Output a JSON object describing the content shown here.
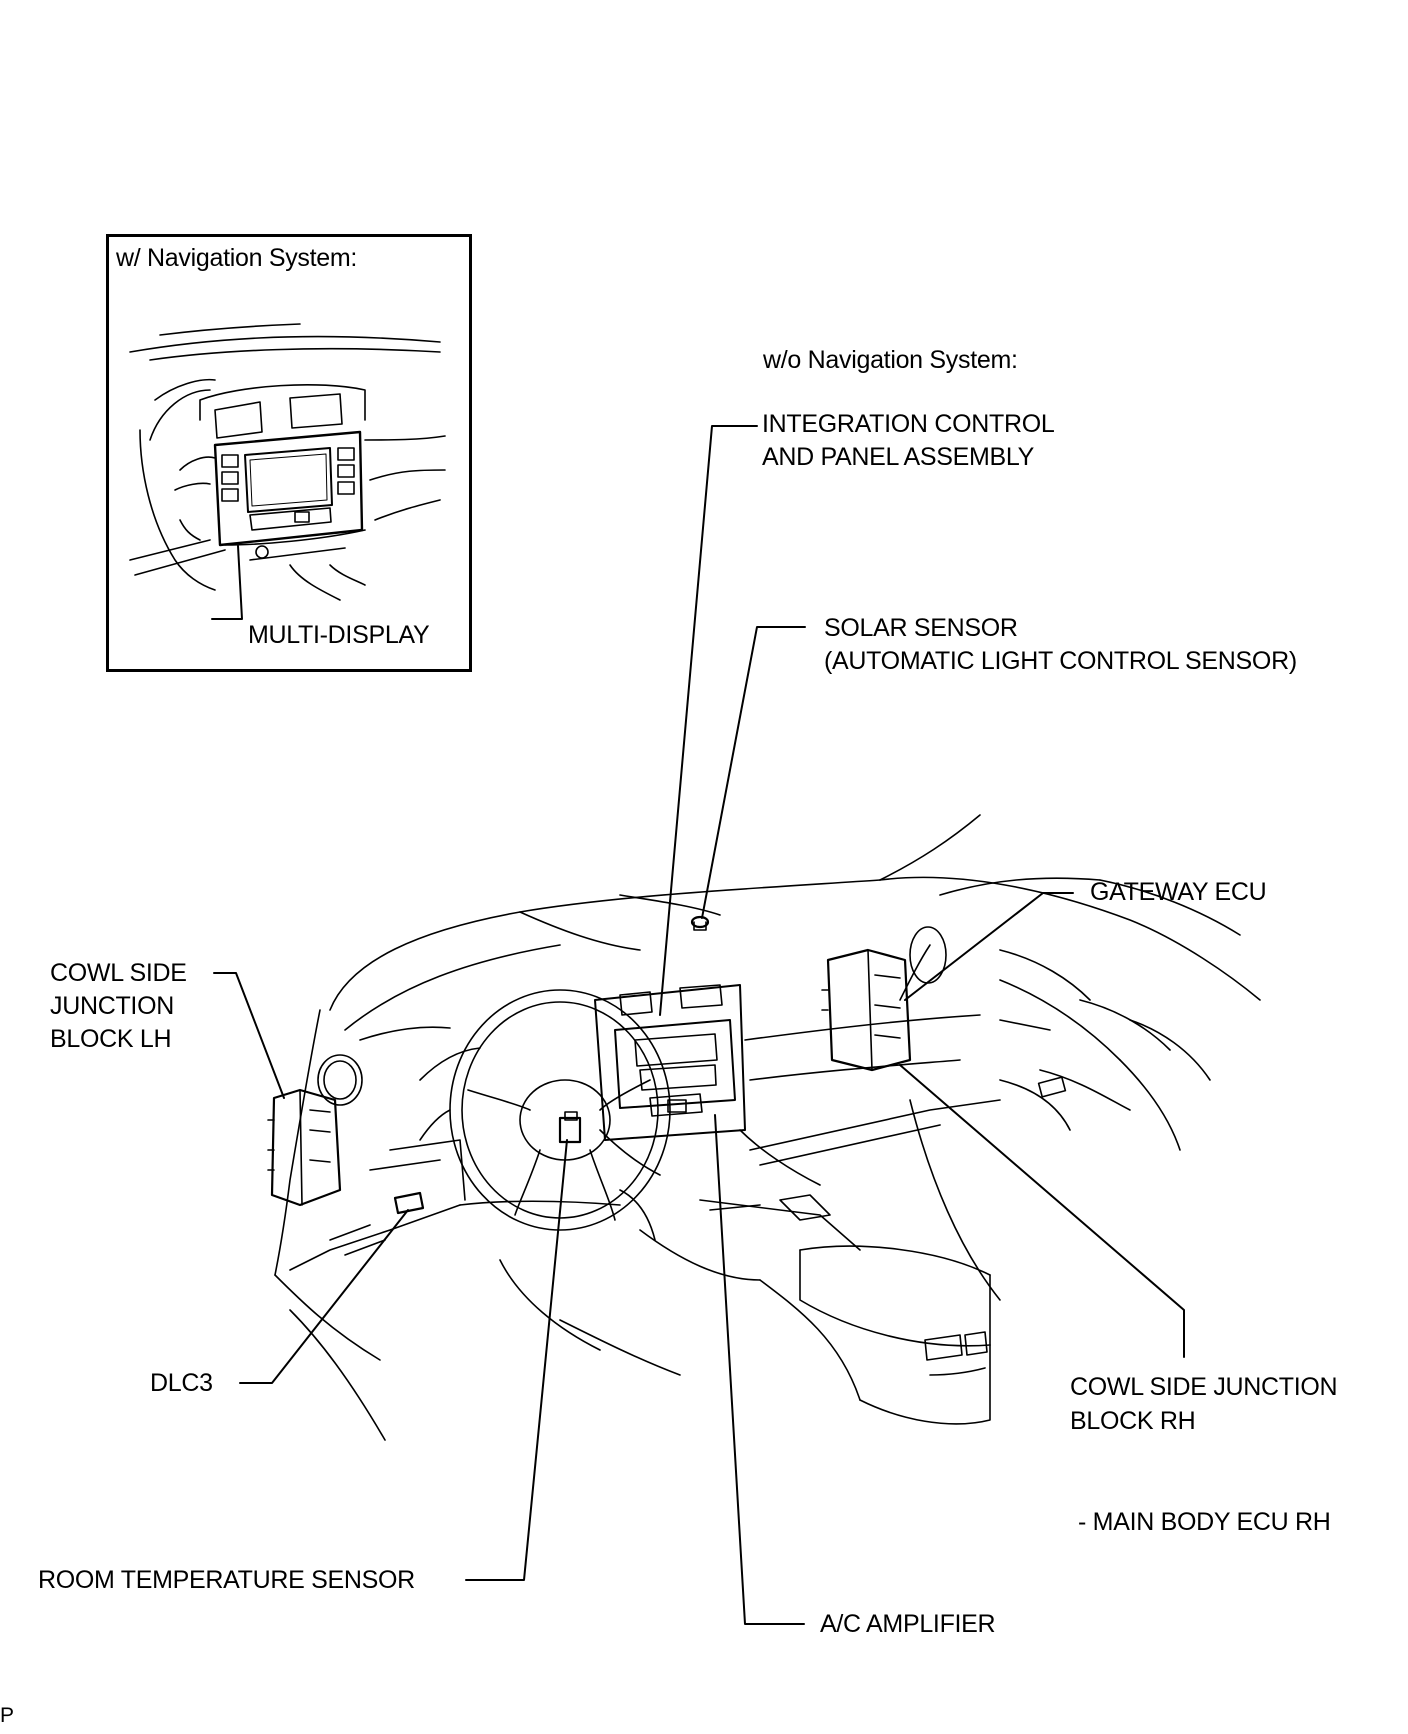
{
  "inset": {
    "heading": "w/ Navigation System:",
    "multi_display": "MULTI-DISPLAY"
  },
  "main": {
    "heading": "w/o Navigation System:",
    "integration_control_line1": "INTEGRATION CONTROL",
    "integration_control_line2": "AND PANEL ASSEMBLY",
    "solar_sensor_line1": "SOLAR SENSOR",
    "solar_sensor_line2": "(AUTOMATIC LIGHT CONTROL SENSOR)",
    "gateway_ecu": "GATEWAY ECU",
    "cowl_lh_line1": "COWL SIDE",
    "cowl_lh_line2": "JUNCTION",
    "cowl_lh_line3": "BLOCK LH",
    "dlc3": "DLC3",
    "cowl_rh_line1": "COWL SIDE JUNCTION",
    "cowl_rh_line2": "BLOCK RH",
    "main_body_ecu": "- MAIN BODY ECU RH",
    "room_temp_sensor": "ROOM TEMPERATURE SENSOR",
    "ac_amplifier": "A/C AMPLIFIER",
    "corner_mark": "P"
  }
}
